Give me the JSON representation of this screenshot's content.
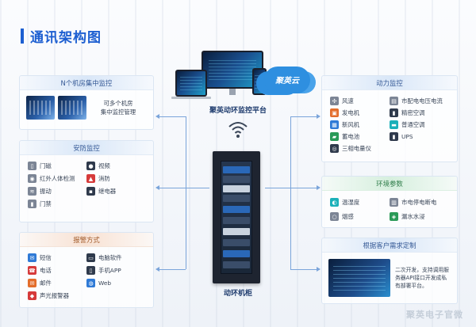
{
  "title": "通讯架构图",
  "center": {
    "cloud_label": "聚英云",
    "platform_label": "聚英动环监控平台",
    "cabinet_label": "动环机柜"
  },
  "panels": {
    "room_monitor": {
      "title": "N个机房集中监控",
      "text_line1": "可多个机房",
      "text_line2": "集中监控管理"
    },
    "security": {
      "title": "安防监控",
      "items": [
        {
          "label": "门磁",
          "icon": "door-sensor-icon"
        },
        {
          "label": "视频",
          "icon": "camera-icon"
        },
        {
          "label": "红外人体检测",
          "icon": "infrared-icon"
        },
        {
          "label": "消防",
          "icon": "fire-icon"
        },
        {
          "label": "振动",
          "icon": "vibration-icon"
        },
        {
          "label": "继电器",
          "icon": "relay-icon"
        },
        {
          "label": "门禁",
          "icon": "access-control-icon"
        }
      ]
    },
    "alarm": {
      "title": "报警方式",
      "items": [
        {
          "label": "短信",
          "icon": "sms-icon"
        },
        {
          "label": "电脑软件",
          "icon": "pc-software-icon"
        },
        {
          "label": "电话",
          "icon": "phone-icon"
        },
        {
          "label": "手机APP",
          "icon": "mobile-app-icon"
        },
        {
          "label": "邮件",
          "icon": "email-icon"
        },
        {
          "label": "Web",
          "icon": "web-icon"
        },
        {
          "label": "声光报警器",
          "icon": "siren-icon"
        }
      ]
    },
    "power": {
      "title": "动力监控",
      "items": [
        {
          "label": "风速",
          "icon": "wind-icon"
        },
        {
          "label": "市配电电压电流",
          "icon": "power-meter-icon"
        },
        {
          "label": "发电机",
          "icon": "generator-icon"
        },
        {
          "label": "精密空调",
          "icon": "precision-ac-icon"
        },
        {
          "label": "新风机",
          "icon": "fresh-air-icon"
        },
        {
          "label": "普通空调",
          "icon": "ac-icon"
        },
        {
          "label": "蓄电池",
          "icon": "battery-icon"
        },
        {
          "label": "UPS",
          "icon": "ups-icon"
        },
        {
          "label": "三相电量仪",
          "icon": "three-phase-meter-icon"
        }
      ]
    },
    "environment": {
      "title": "环境参数",
      "items": [
        {
          "label": "温湿度",
          "icon": "temp-humidity-icon"
        },
        {
          "label": "市电停电断电",
          "icon": "power-outage-icon"
        },
        {
          "label": "烟感",
          "icon": "smoke-icon"
        },
        {
          "label": "漏水水浸",
          "icon": "water-leak-icon"
        }
      ]
    },
    "custom": {
      "title": "根据客户需求定制",
      "text": "二次开发，支持调用服务器API接口开发成私有部署平台。"
    }
  },
  "watermark": "聚英电子官微"
}
